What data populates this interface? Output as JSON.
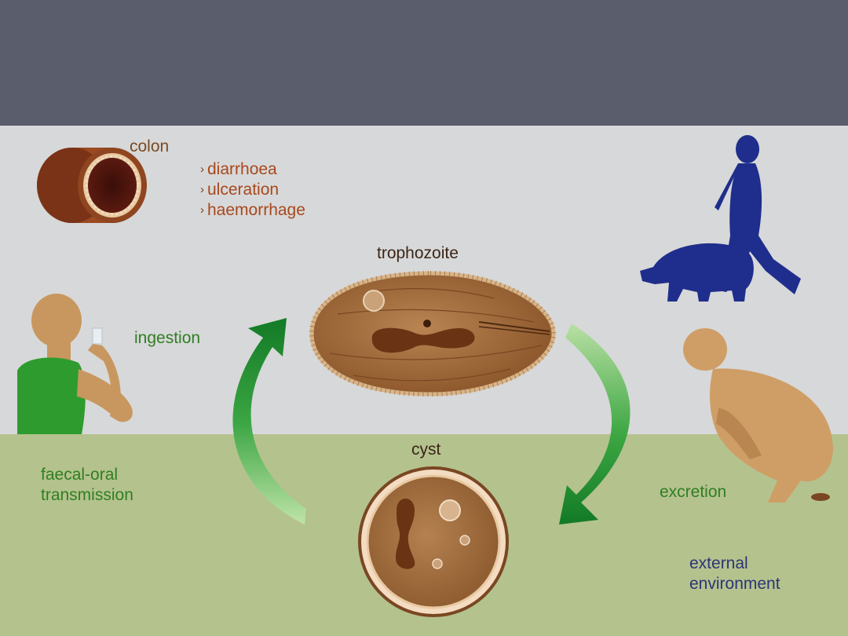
{
  "colors": {
    "header": "#5a5d6b",
    "upper_bg": "#d7d8d9",
    "lower_bg": "#b4c28e",
    "green_label": "#2f7f21",
    "rust_label": "#a8481d",
    "navy_label": "#2c3475",
    "host_silhouette": "#1f2e8c",
    "arrow_green": "#1f8b2f"
  },
  "labels": {
    "colon": "colon",
    "symptoms": [
      "diarrhoea",
      "ulceration",
      "haemorrhage"
    ],
    "trophozoite": "trophozoite",
    "ingestion": "ingestion",
    "cyst": "cyst",
    "faecal_oral": [
      "faecal-oral",
      "transmission"
    ],
    "excretion": "excretion",
    "external_environment": [
      "external",
      "environment"
    ]
  },
  "icons": {
    "bullet": "›"
  }
}
